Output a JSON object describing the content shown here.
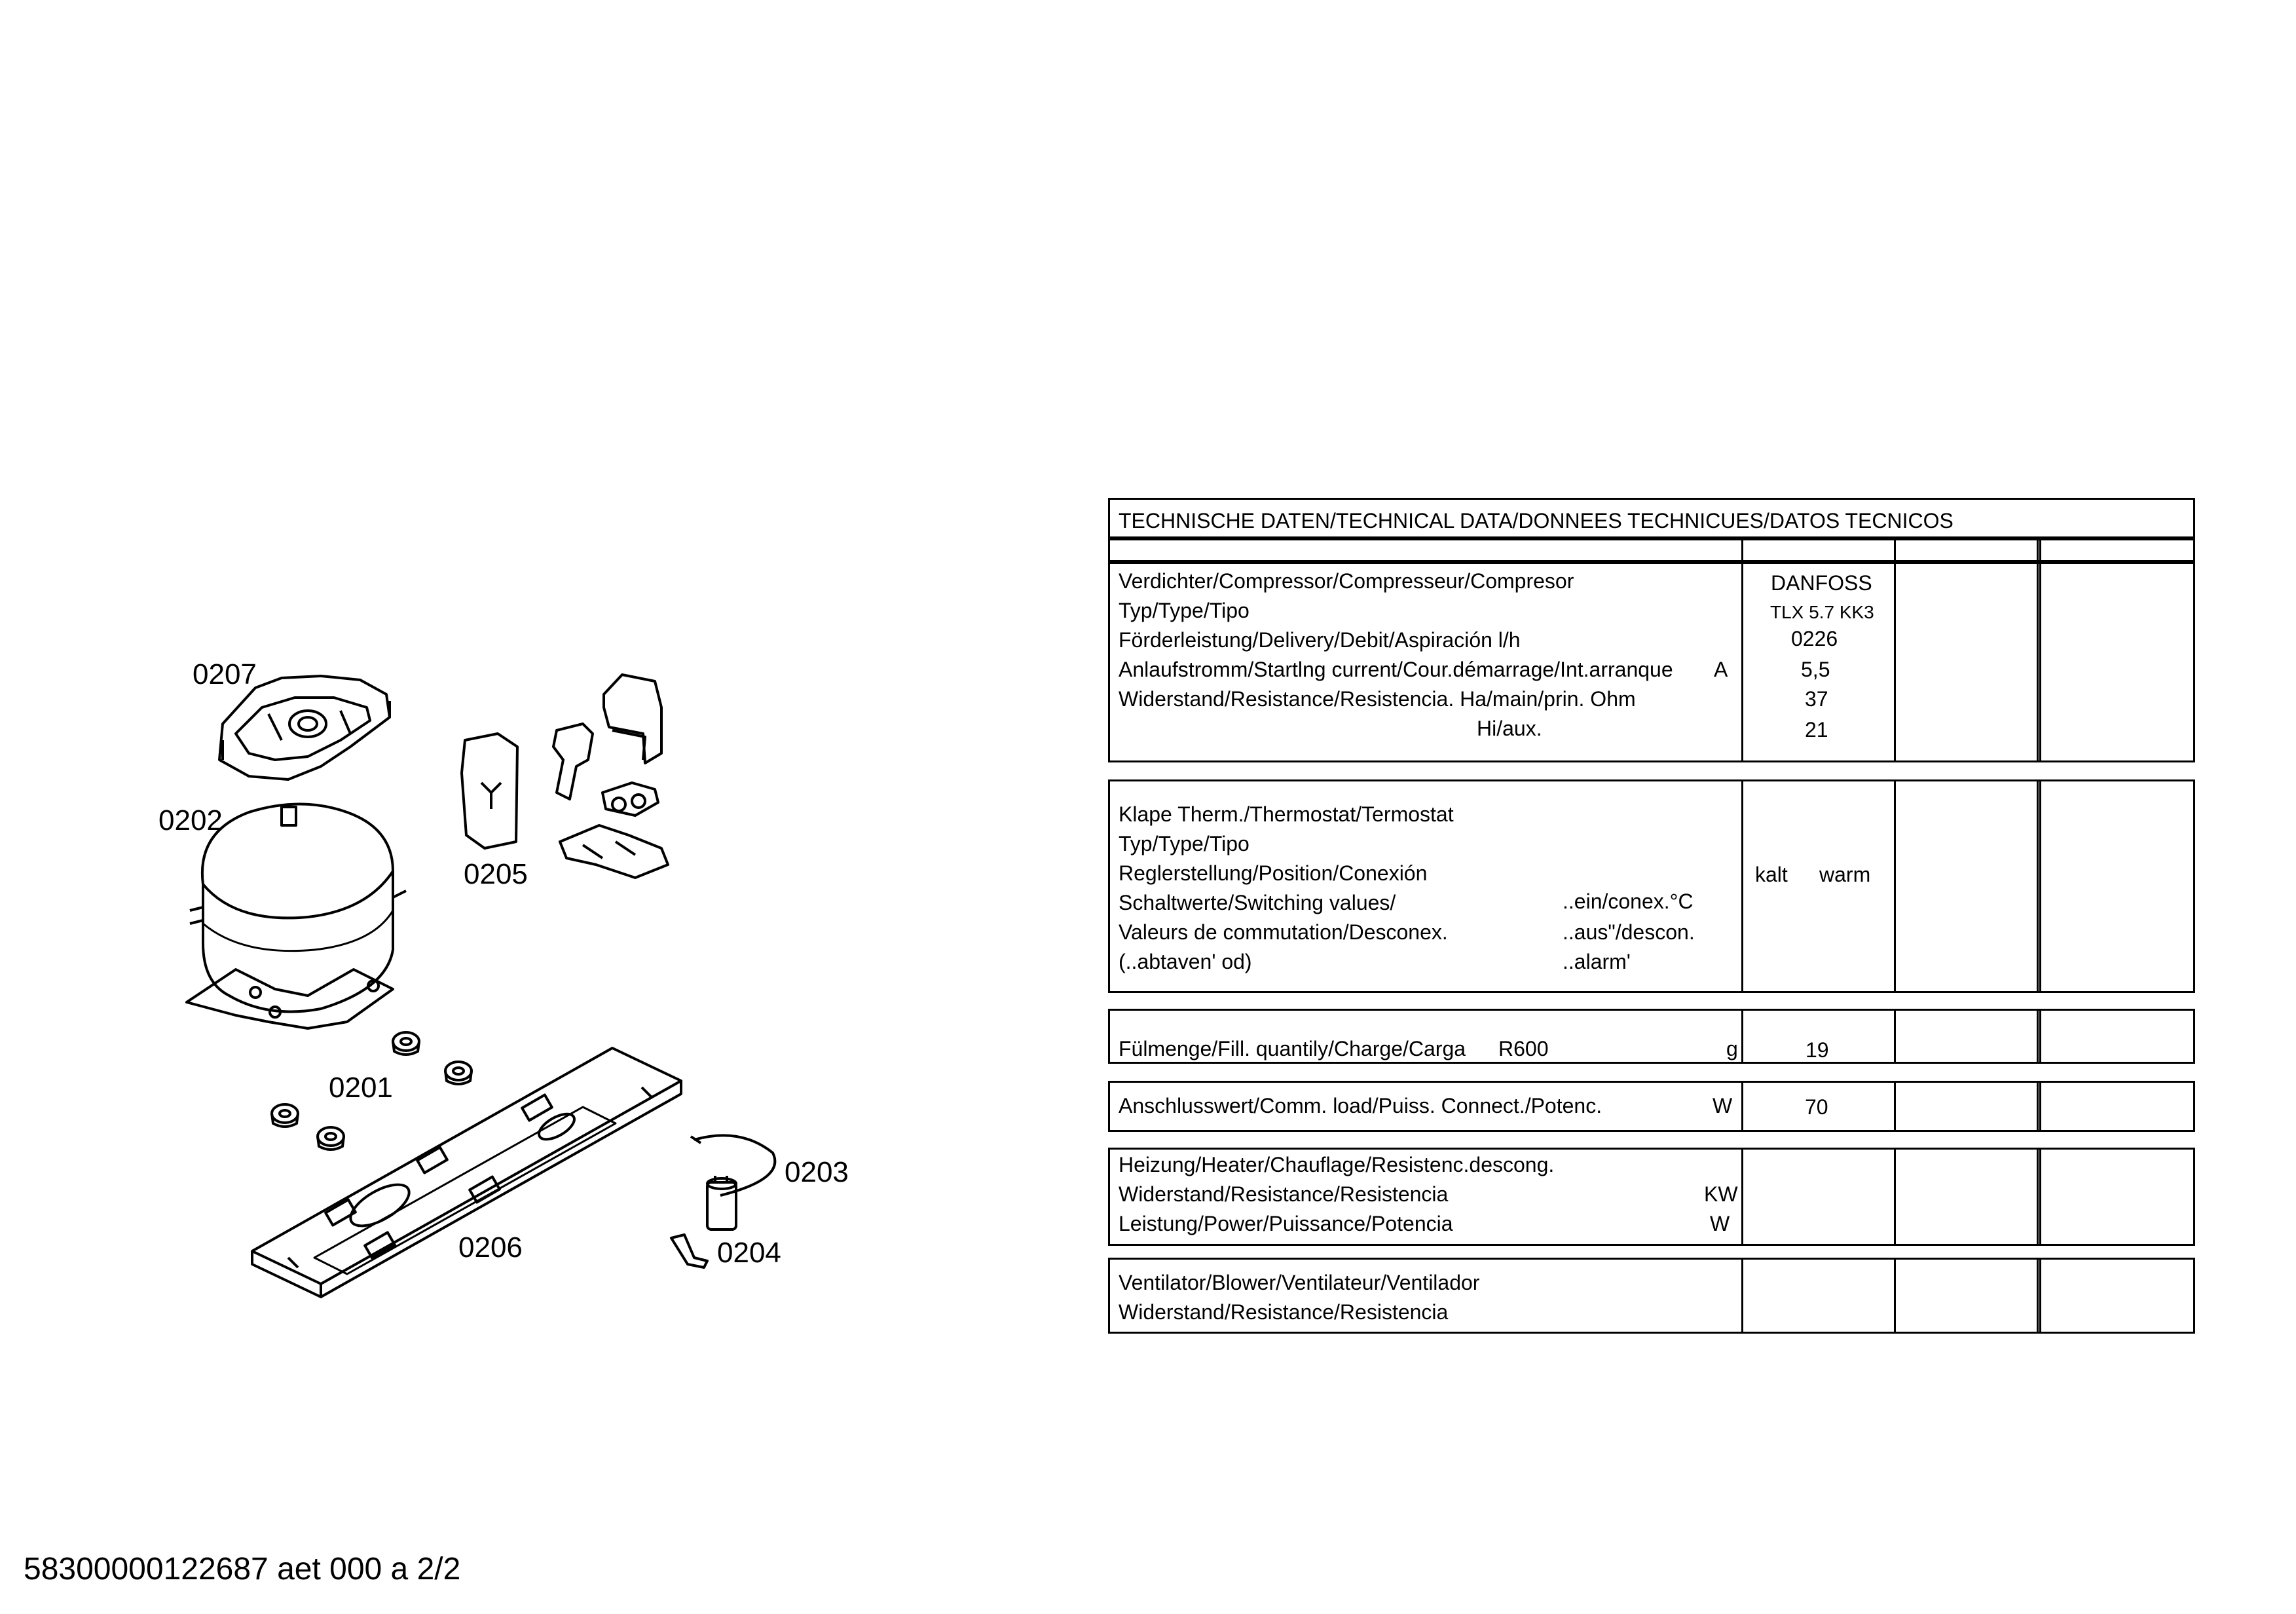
{
  "diagram": {
    "part_labels": {
      "p0207": "0207",
      "p0202": "0202",
      "p0205": "0205",
      "p0201": "0201",
      "p0206": "0206",
      "p0203": "0203",
      "p0204": "0204"
    }
  },
  "table": {
    "header": "TECHNISCHE DATEN/TECHNICAL DATA/DONNEES TECHNICUES/DATOS TECNICOS",
    "compressor": {
      "rows": [
        "Verdichter/Compressor/Compresseur/Compresor",
        "Typ/Type/Tipo",
        "Förderleistung/Delivery/Debit/Aspiración l/h",
        "Anlaufstromm/Startlng current/Cour.démarrage/Int.arranque",
        "Widerstand/Resistance/Resistencia. Ha/main/prin. Ohm",
        "Hi/aux."
      ],
      "unit_amp": "A",
      "values": [
        "DANFOSS",
        "TLX 5.7 KK3",
        "0226",
        "5,5",
        "37",
        "21"
      ]
    },
    "thermostat": {
      "rows": [
        "Klape Therm./Thermostat/Termostat",
        "Typ/Type/Tipo",
        "Reglerstellung/Position/Conexión",
        "Schaltwerte/Switching values/",
        "Valeurs de commutation/Desconex.",
        "(..abtaven' od)"
      ],
      "sub_labels": [
        "..ein/conex.°C",
        "..aus\"/descon.",
        "..alarm'"
      ],
      "position_values": [
        "kalt",
        "warm"
      ]
    },
    "fill": {
      "label": "Fülmenge/Fill. quantily/Charge/Carga",
      "refrigerant": "R600",
      "unit": "g",
      "value": "19"
    },
    "load": {
      "label": "Anschlusswert/Comm. load/Puiss. Connect./Potenc.",
      "unit": "W",
      "value": "70"
    },
    "heater": {
      "rows": [
        "Heizung/Heater/Chauflage/Resistenc.descong.",
        "Widerstand/Resistance/Resistencia",
        "Leistung/Power/Puissance/Potencia"
      ],
      "units": [
        "KW",
        "W"
      ]
    },
    "blower": {
      "rows": [
        "Ventilator/Blower/Ventilateur/Ventilador",
        "Widerstand/Resistance/Resistencia"
      ]
    }
  },
  "footer": "58300000122687 aet 000 a 2/2"
}
